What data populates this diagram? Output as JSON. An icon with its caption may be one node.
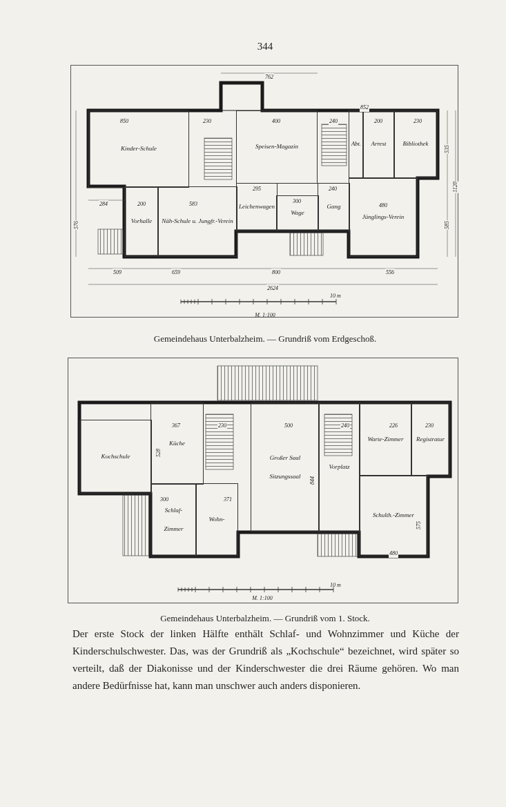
{
  "diagram": {
    "nodes": [
      {
        "text": [
          "Kinder-Schule"
        ]
      },
      {
        "text": [
          "Speisen-Magazin"
        ]
      },
      {
        "text": [
          "Abt."
        ]
      },
      {
        "text": [
          "Arrest"
        ]
      },
      {
        "text": [
          "Bibliothek"
        ]
      },
      {
        "text": [
          "Vorhalle"
        ]
      },
      {
        "text": [
          "Näh-Schule u. Jungfr.-Verein"
        ]
      },
      {
        "text": [
          "Leichenwagen"
        ]
      },
      {
        "text": [
          "Wage"
        ]
      },
      {
        "text": [
          "Gang"
        ]
      },
      {
        "text": [
          "Jünglings-Verein"
        ]
      },
      {
        "text": [
          "Kochschule"
        ]
      },
      {
        "text": [
          "Küche"
        ]
      },
      {
        "text": [
          "Großer Saal",
          "Sitzungssaal"
        ]
      },
      {
        "text": [
          "Vorplatz"
        ]
      },
      {
        "text": [
          "Warte-Zimmer"
        ]
      },
      {
        "text": [
          "Registratur"
        ]
      },
      {
        "text": [
          "Schulth.-Zimmer"
        ]
      },
      {
        "text": [
          "Schlaf-",
          "Zimmer"
        ]
      },
      {
        "text": [
          "Wohn-"
        ]
      }
    ],
    "labels": [
      "344",
      "762",
      "850",
      "230",
      "400",
      "852",
      "240",
      "200",
      "230",
      "284",
      "200",
      "583",
      "295",
      "300",
      "240",
      "480",
      "509",
      "659",
      "800",
      "556",
      "2624",
      "576",
      "1120",
      "535",
      "585",
      "M. 1:100",
      "10 m",
      "Gemeindehaus Unterbalzheim. — Grundriß vom Erdgeschoß.",
      "367",
      "230",
      "500",
      "240",
      "226",
      "230",
      "300",
      "371",
      "844",
      "480",
      "528",
      "575",
      "10 m",
      "M. 1:100",
      "Gemeindehaus Unterbalzheim. — Grundriß vom 1. Stock.",
      "Der erste Stock der linken Hälfte enthält Schlaf- und Wohnzimmer und Küche der Kinderschulschwester. Das, was der Grundriß als „Kochschule“ bezeichnet, wird später so verteilt, daß der Diakonisse und der Kinderschwester die drei Räume gehören. Wo man andere Bedürfnisse hat, kann man unschwer auch anders disponieren."
    ]
  }
}
